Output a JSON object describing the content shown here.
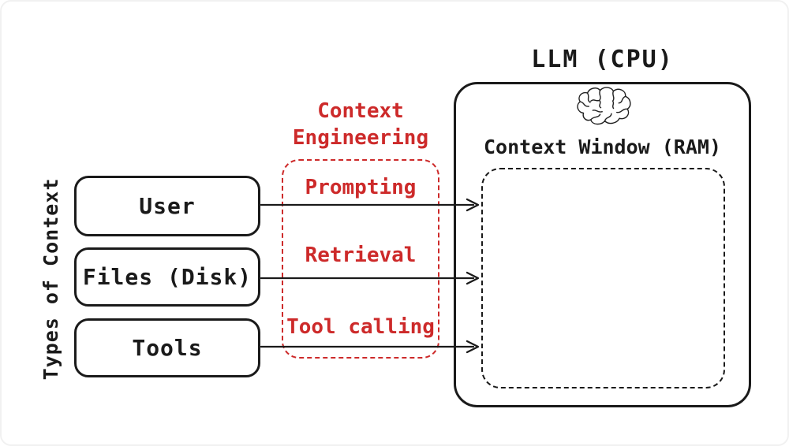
{
  "colors": {
    "ink": "#1a1a1a",
    "accent": "#cd2a2a"
  },
  "left_panel": {
    "group_label": "Types of Context",
    "sources": [
      {
        "label": "User"
      },
      {
        "label": "Files (Disk)"
      },
      {
        "label": "Tools"
      }
    ]
  },
  "context_engineering": {
    "title_line1": "Context",
    "title_line2": "Engineering",
    "steps": [
      {
        "label": "Prompting"
      },
      {
        "label": "Retrieval"
      },
      {
        "label": "Tool calling"
      }
    ]
  },
  "llm": {
    "title": "LLM (CPU)",
    "icon": "brain-doodle-icon",
    "context_window_label": "Context Window (RAM)"
  }
}
